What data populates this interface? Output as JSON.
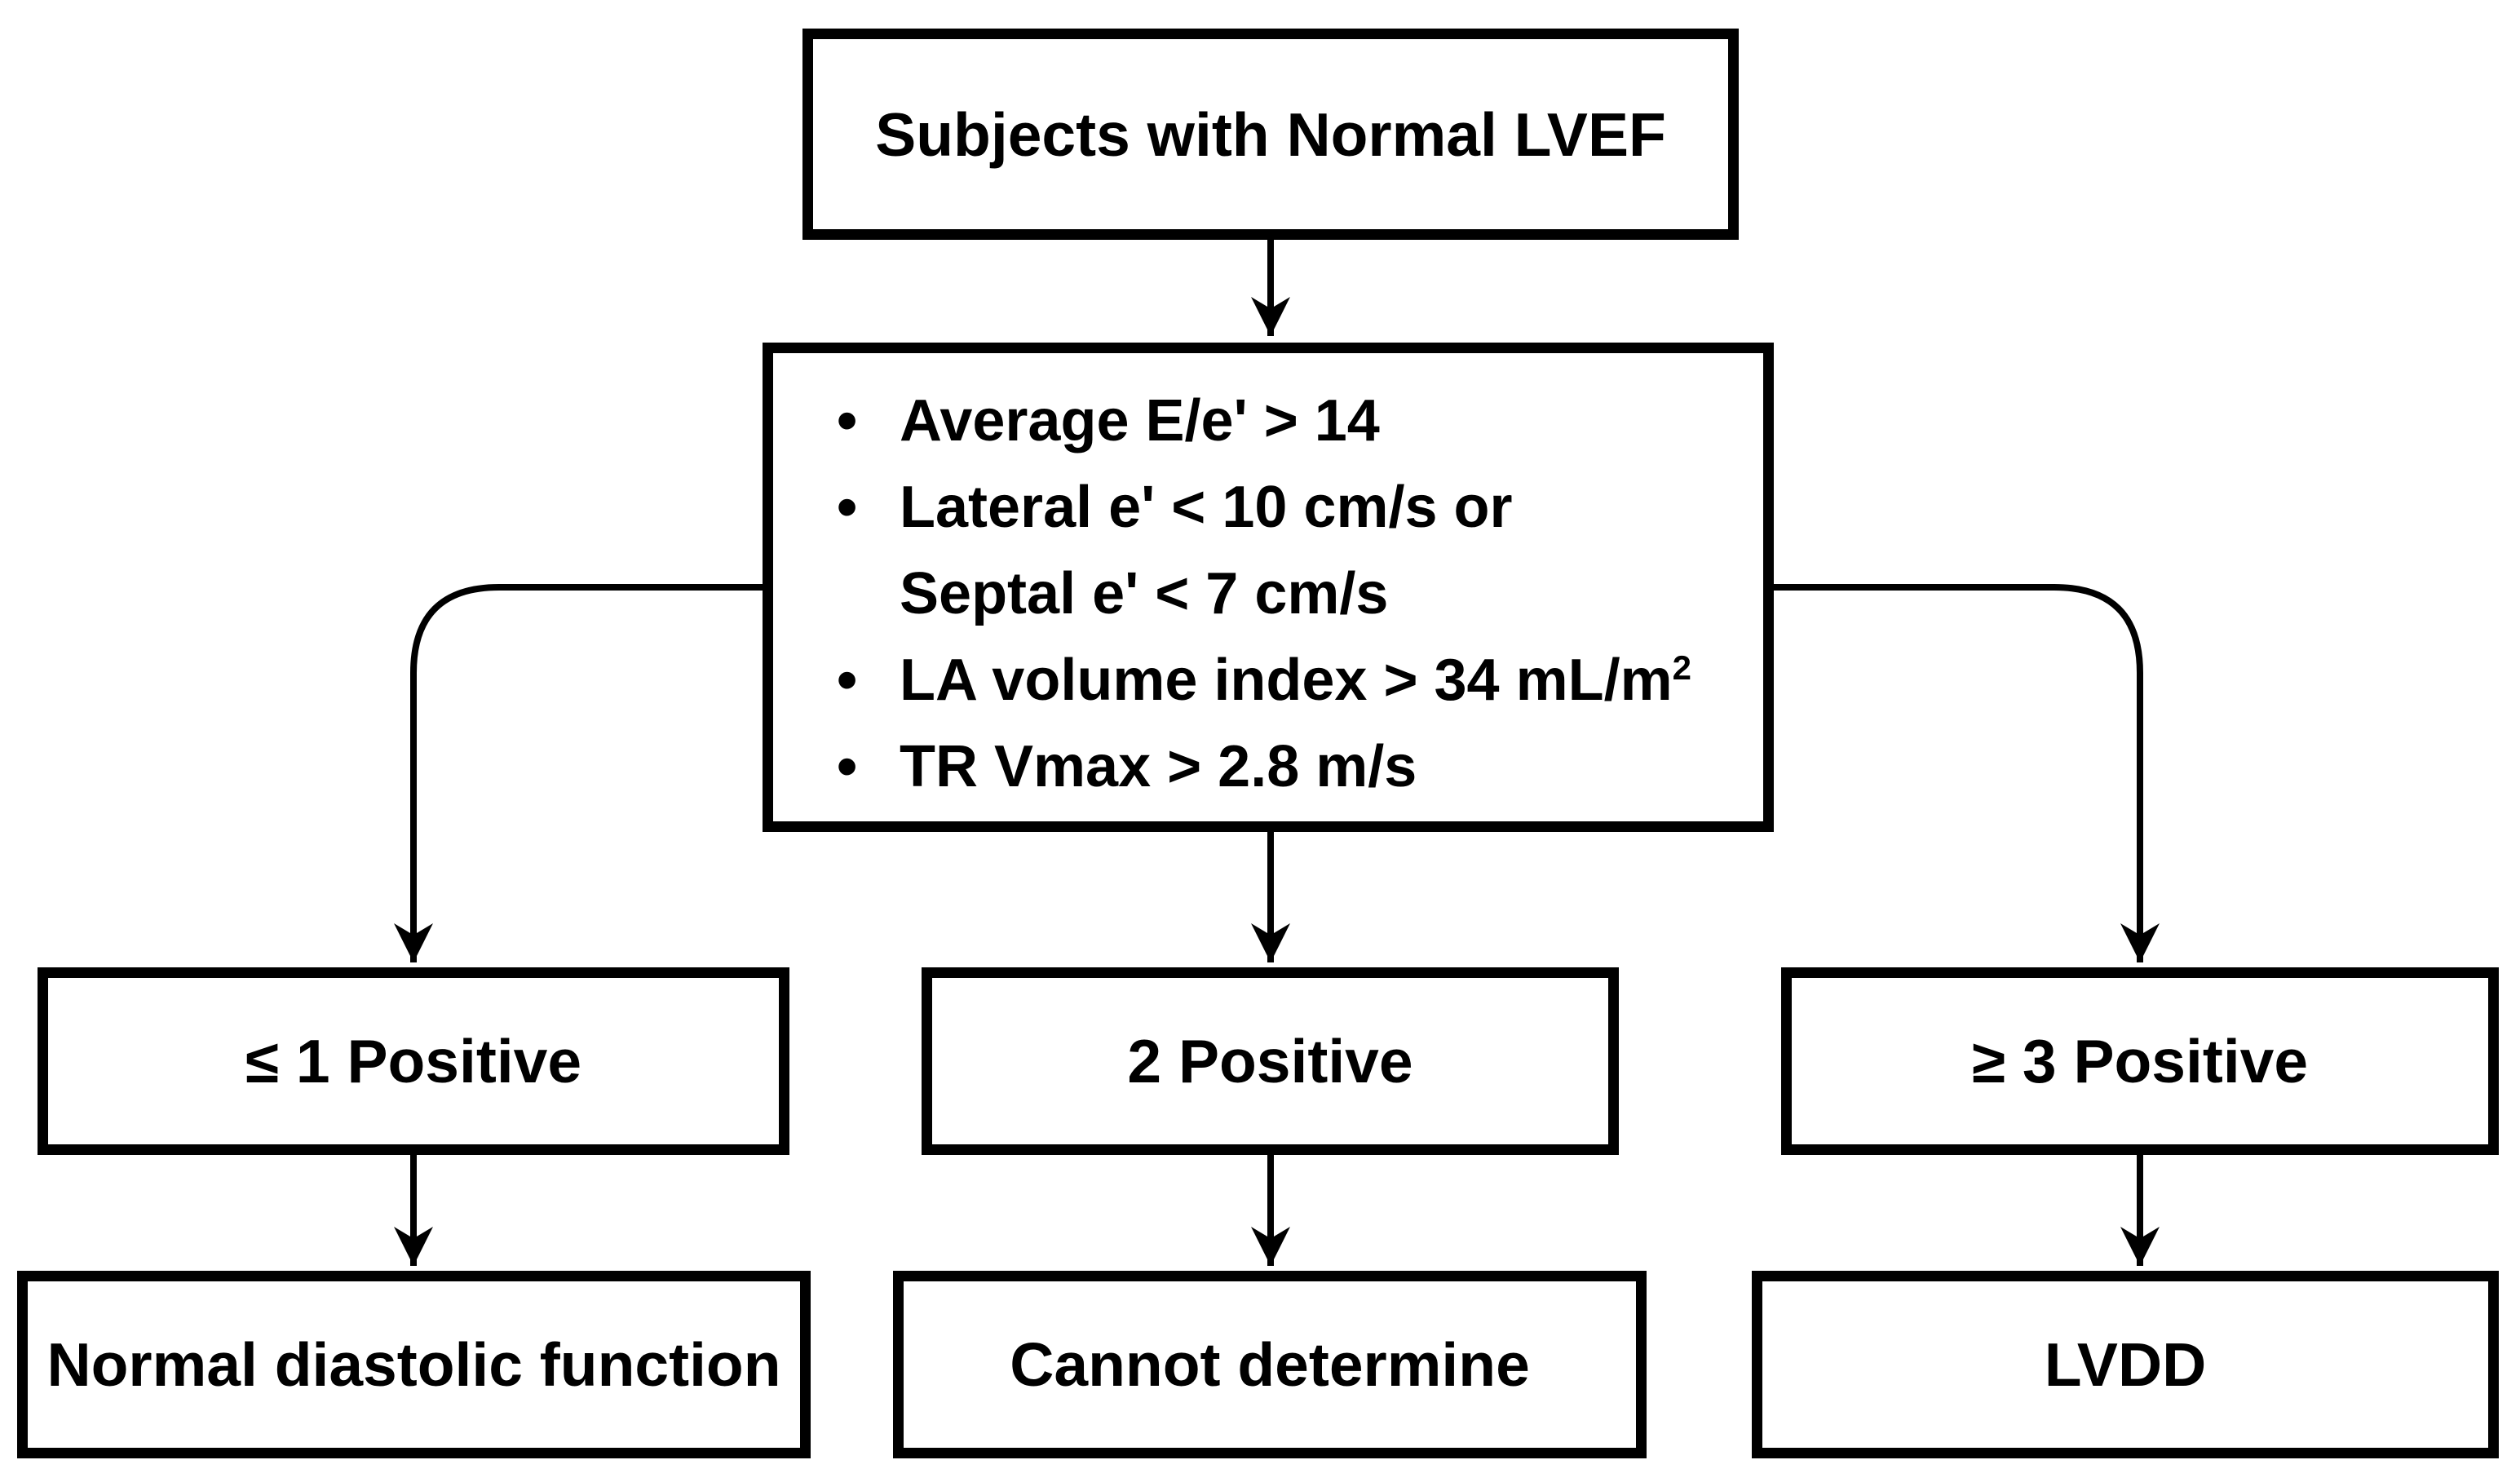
{
  "figure": {
    "root_box": {
      "label": "Subjects with Normal LVEF"
    },
    "criteria_box": {
      "bullets": [
        {
          "line1": "Average E/e' > 14"
        },
        {
          "line1": "Lateral e' < 10 cm/s or",
          "line2": "Septal e' < 7 cm/s"
        },
        {
          "line1": "LA volume index > 34 mL/m",
          "sup": "2"
        },
        {
          "line1": "TR Vmax > 2.8 m/s"
        }
      ]
    },
    "branches": [
      {
        "condition": "≤ 1 Positive",
        "outcome": "Normal diastolic function"
      },
      {
        "condition": "2 Positive",
        "outcome": "Cannot determine"
      },
      {
        "condition": "≥ 3 Positive",
        "outcome": "LVDD"
      }
    ],
    "colors": {
      "ink": "#000000",
      "background": "#ffffff",
      "box_fill": "#ffffff"
    }
  }
}
